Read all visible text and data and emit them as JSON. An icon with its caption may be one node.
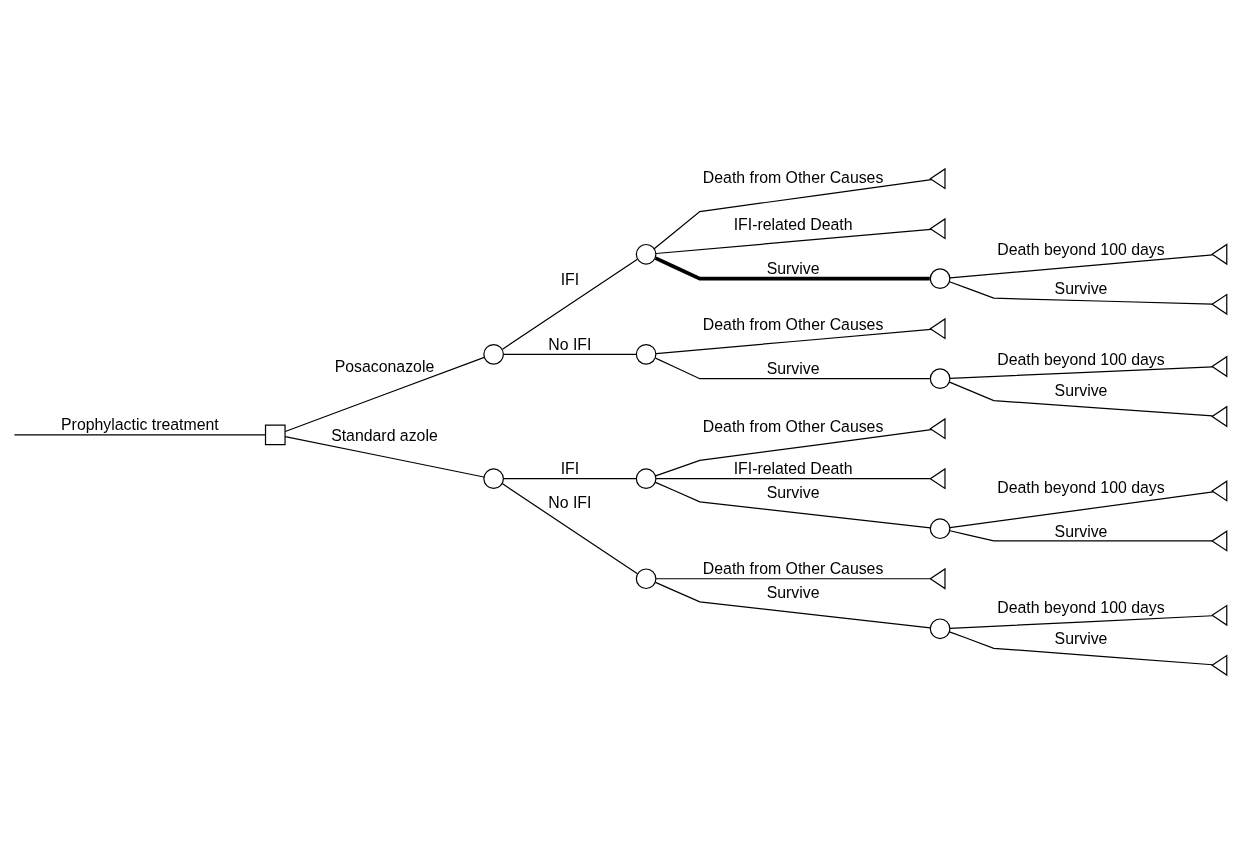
{
  "diagram": {
    "nodes": [
      {
        "text": [],
        "shape": "box"
      },
      {
        "text": [],
        "shape": "circle"
      },
      {
        "text": [],
        "shape": "circle"
      },
      {
        "text": [],
        "shape": "triangle"
      },
      {
        "text": [],
        "shape": "triangle"
      },
      {
        "text": [],
        "shape": "circle"
      },
      {
        "text": [],
        "shape": "triangle"
      },
      {
        "text": [],
        "shape": "triangle"
      },
      {
        "text": [],
        "shape": "circle"
      },
      {
        "text": [],
        "shape": "triangle"
      },
      {
        "text": [],
        "shape": "circle"
      },
      {
        "text": [],
        "shape": "triangle"
      },
      {
        "text": [],
        "shape": "triangle"
      },
      {
        "text": [],
        "shape": "circle"
      },
      {
        "text": [],
        "shape": "circle"
      },
      {
        "text": [],
        "shape": "triangle"
      },
      {
        "text": [],
        "shape": "triangle"
      },
      {
        "text": [],
        "shape": "circle"
      },
      {
        "text": [],
        "shape": "triangle"
      },
      {
        "text": [],
        "shape": "triangle"
      },
      {
        "text": [],
        "shape": "circle"
      },
      {
        "text": [],
        "shape": "triangle"
      },
      {
        "text": [],
        "shape": "circle"
      },
      {
        "text": [],
        "shape": "triangle"
      },
      {
        "text": [],
        "shape": "triangle"
      }
    ],
    "edges": [
      {
        "from": null,
        "to": 0,
        "arrow": "none",
        "label": "Prophylactic treatment"
      },
      {
        "from": 0,
        "to": 1,
        "arrow": "none",
        "label": "Posaconazole"
      },
      {
        "from": 1,
        "to": 2,
        "arrow": "none",
        "label": "IFI"
      },
      {
        "from": 2,
        "to": 3,
        "arrow": "none",
        "label": "Death from Other Causes"
      },
      {
        "from": 2,
        "to": 4,
        "arrow": "none",
        "label": "IFI-related Death"
      },
      {
        "from": 2,
        "to": 5,
        "arrow": "none",
        "label": "Survive",
        "style": "thick"
      },
      {
        "from": 5,
        "to": 6,
        "arrow": "none",
        "label": "Death beyond 100 days"
      },
      {
        "from": 5,
        "to": 7,
        "arrow": "none",
        "label": "Survive"
      },
      {
        "from": 1,
        "to": 8,
        "arrow": "none",
        "label": "No IFI"
      },
      {
        "from": 8,
        "to": 9,
        "arrow": "none",
        "label": "Death from Other Causes"
      },
      {
        "from": 8,
        "to": 10,
        "arrow": "none",
        "label": "Survive"
      },
      {
        "from": 10,
        "to": 11,
        "arrow": "none",
        "label": "Death beyond 100 days"
      },
      {
        "from": 10,
        "to": 12,
        "arrow": "none",
        "label": "Survive"
      },
      {
        "from": 0,
        "to": 13,
        "arrow": "none",
        "label": "Standard azole"
      },
      {
        "from": 13,
        "to": 14,
        "arrow": "none",
        "label": "IFI"
      },
      {
        "from": 14,
        "to": 15,
        "arrow": "none",
        "label": "Death from Other Causes"
      },
      {
        "from": 14,
        "to": 16,
        "arrow": "none",
        "label": "IFI-related Death"
      },
      {
        "from": 14,
        "to": 17,
        "arrow": "none",
        "label": "Survive"
      },
      {
        "from": 17,
        "to": 18,
        "arrow": "none",
        "label": "Death beyond 100 days"
      },
      {
        "from": 17,
        "to": 19,
        "arrow": "none",
        "label": "Survive"
      },
      {
        "from": 13,
        "to": 20,
        "arrow": "none",
        "label": "No IFI"
      },
      {
        "from": 20,
        "to": 21,
        "arrow": "none",
        "label": "Death from Other Causes"
      },
      {
        "from": 20,
        "to": 22,
        "arrow": "none",
        "label": "Survive"
      },
      {
        "from": 22,
        "to": 23,
        "arrow": "none",
        "label": "Death beyond 100 days"
      },
      {
        "from": 22,
        "to": 24,
        "arrow": "none",
        "label": "Survive"
      }
    ]
  }
}
